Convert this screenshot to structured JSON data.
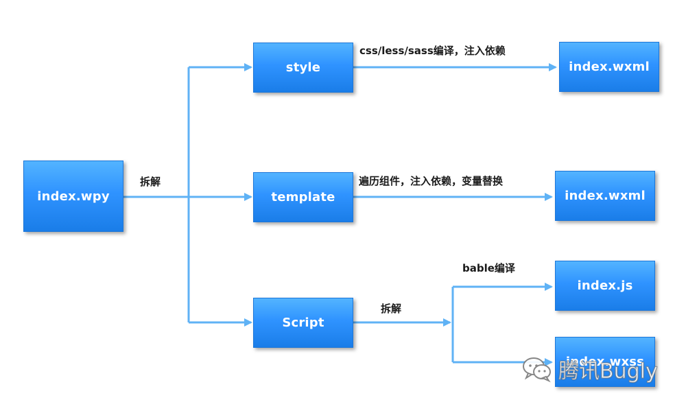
{
  "nodes": {
    "source": "index.wpy",
    "style": "style",
    "template": "template",
    "script": "Script",
    "out_style": "index.wxml",
    "out_template": "index.wxml",
    "out_js": "index.js",
    "out_wxss": "index.wxss"
  },
  "edge_labels": {
    "split_main": "拆解",
    "style_compile": "css/less/sass编译，注入依赖",
    "template_process": "遍历组件，注入依赖，变量替换",
    "script_split": "拆解",
    "babel_compile": "bable编译"
  },
  "watermark": {
    "text": "腾讯Bugly",
    "icon": "wechat-icon"
  },
  "colors": {
    "node_fill": "#2f93ff",
    "arrow": "#5fb2f5",
    "label_text": "#1a1a1a"
  }
}
